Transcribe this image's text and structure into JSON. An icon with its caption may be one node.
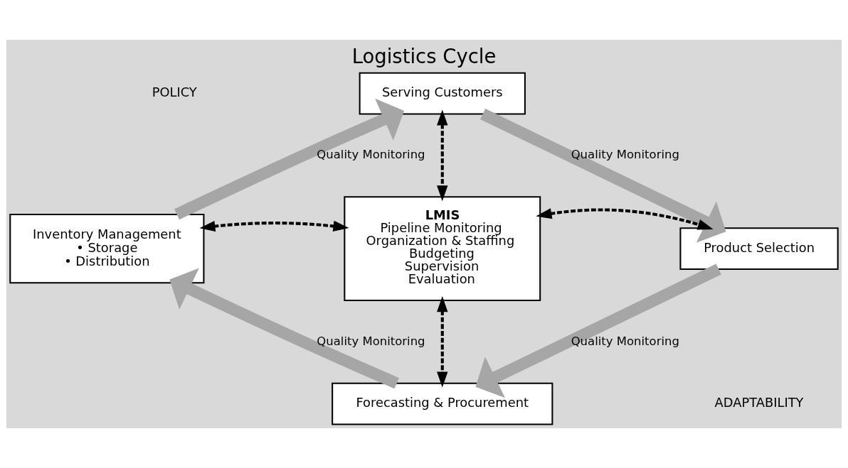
{
  "diagram": {
    "title": "Logistics Cycle",
    "nodes": [
      {
        "text": [
          "Serving Customers"
        ]
      },
      {
        "text": [
          "Inventory Management",
          "• Storage",
          "• Distribution"
        ]
      },
      {
        "text": [
          "LMIS",
          "Pipeline Monitoring",
          "Organization & Staffing",
          "Budgeting",
          "Supervision",
          "Evaluation"
        ]
      },
      {
        "text": [
          "Product Selection"
        ]
      },
      {
        "text": [
          "Forecasting & Procurement"
        ]
      }
    ],
    "edges": [
      {
        "from": 1,
        "to": 0,
        "arrow": "to",
        "label": "Quality Monitoring",
        "style": "thick",
        "color": "#a6a6a6"
      },
      {
        "from": 0,
        "to": 3,
        "arrow": "to",
        "label": "Quality Monitoring",
        "style": "thick",
        "color": "#a6a6a6"
      },
      {
        "from": 3,
        "to": 4,
        "arrow": "to",
        "label": "Quality Monitoring",
        "style": "thick",
        "color": "#a6a6a6"
      },
      {
        "from": 4,
        "to": 1,
        "arrow": "to",
        "label": "Quality Monitoring",
        "style": "thick",
        "color": "#a6a6a6"
      },
      {
        "from": 0,
        "to": 2,
        "arrow": "both",
        "style": "dashed",
        "color": "#000000"
      },
      {
        "from": 1,
        "to": 2,
        "arrow": "both",
        "style": "dashed",
        "color": "#000000"
      },
      {
        "from": 2,
        "to": 3,
        "arrow": "both",
        "style": "dashed",
        "color": "#000000"
      },
      {
        "from": 2,
        "to": 4,
        "arrow": "both",
        "style": "dashed",
        "color": "#000000"
      }
    ],
    "labels": [
      "POLICY",
      "ADAPTABILITY"
    ]
  }
}
